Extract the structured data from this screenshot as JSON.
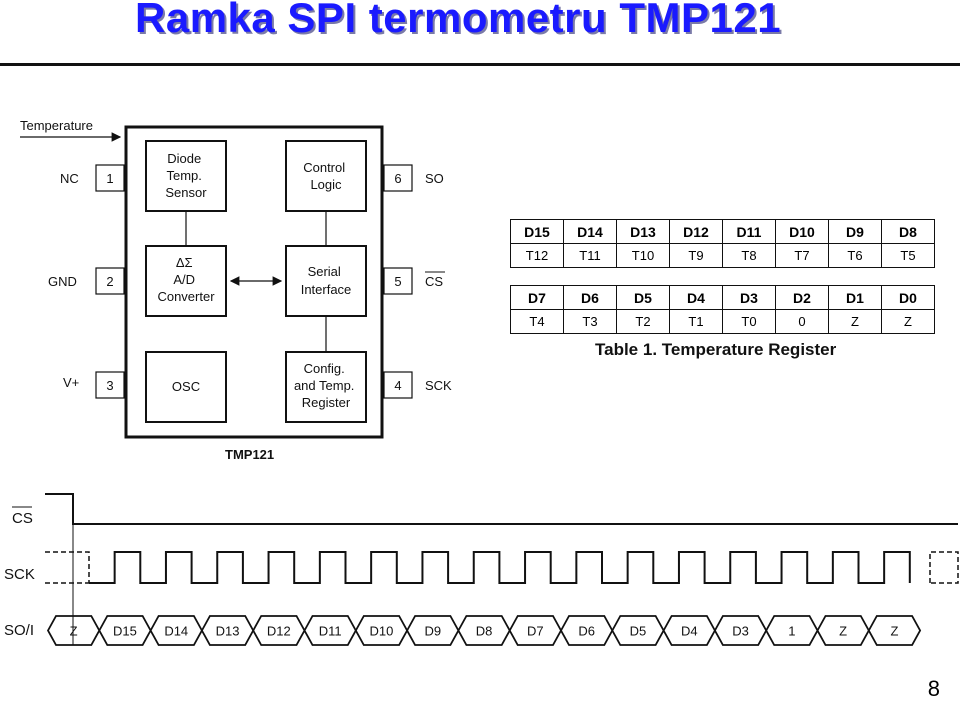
{
  "title": "Ramka SPI termometru TMP121",
  "page_number": "8",
  "block_diagram": {
    "temperature_label": "Temperature",
    "chip_label": "TMP121",
    "blocks": {
      "diode": [
        "Diode",
        "Temp.",
        "Sensor"
      ],
      "control": [
        "Control",
        "Logic"
      ],
      "adc": [
        "ΔΣ",
        "A/D",
        "Converter"
      ],
      "serial": [
        "Serial",
        "Interface"
      ],
      "osc": [
        "OSC"
      ],
      "config": [
        "Config.",
        "and Temp.",
        "Register"
      ]
    },
    "pins_left": [
      {
        "name": "NC",
        "num": "1"
      },
      {
        "name": "GND",
        "num": "2"
      },
      {
        "name": "V+",
        "num": "3"
      }
    ],
    "pins_right": [
      {
        "name": "SO",
        "num": "6"
      },
      {
        "name": "CS",
        "num": "5"
      },
      {
        "name": "SCK",
        "num": "4"
      }
    ]
  },
  "register_table": {
    "caption": "Table 1. Temperature Register",
    "row1_header": [
      "D15",
      "D14",
      "D13",
      "D12",
      "D11",
      "D10",
      "D9",
      "D8"
    ],
    "row1_values": [
      "T12",
      "T11",
      "T10",
      "T9",
      "T8",
      "T7",
      "T6",
      "T5"
    ],
    "row2_header": [
      "D7",
      "D6",
      "D5",
      "D4",
      "D3",
      "D2",
      "D1",
      "D0"
    ],
    "row2_values": [
      "T4",
      "T3",
      "T2",
      "T1",
      "T0",
      "0",
      "Z",
      "Z"
    ]
  },
  "timing": {
    "signals": [
      "CS",
      "SCK",
      "SO/I"
    ],
    "data_bits": [
      "Z",
      "D15",
      "D14",
      "D13",
      "D12",
      "D11",
      "D10",
      "D9",
      "D8",
      "D7",
      "D6",
      "D5",
      "D4",
      "D3",
      "1",
      "Z",
      "Z"
    ]
  }
}
